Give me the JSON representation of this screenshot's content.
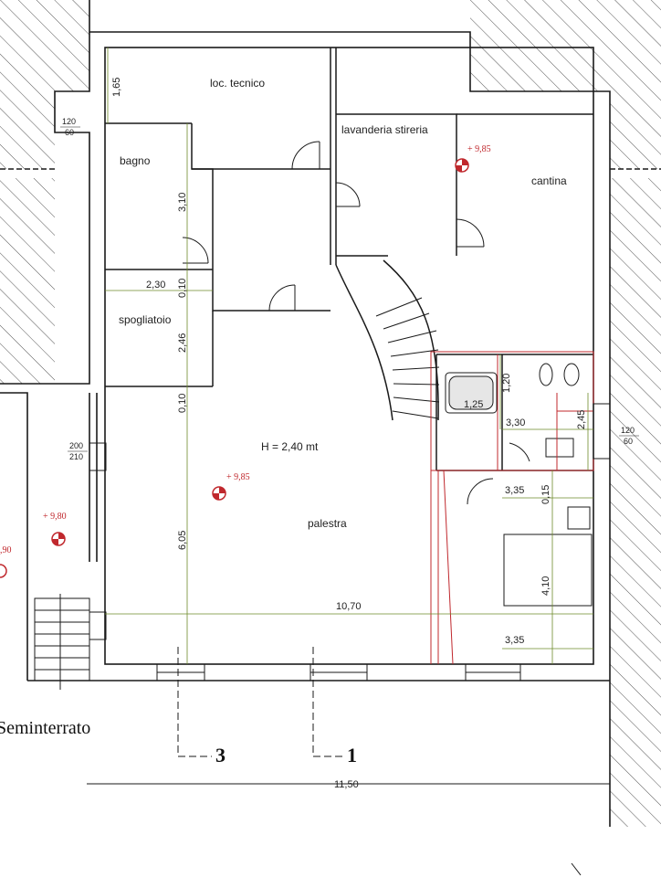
{
  "rooms": {
    "loc_tecnico": "loc. tecnico",
    "lavanderia": "lavanderia stireria",
    "cantina": "cantina",
    "bagno": "bagno",
    "spogliatoio": "spogliatoio",
    "palestra": "palestra",
    "height_note": "H = 2,40 mt"
  },
  "dimensions": {
    "d165": "1,65",
    "d310": "3,10",
    "d230": "2,30",
    "d010a": "0,10",
    "d246": "2,46",
    "d010b": "0,10",
    "d605": "6,05",
    "d1070": "10,70",
    "d120": "1,20",
    "d125": "1,25",
    "d330": "3,30",
    "d245": "2,45",
    "d335a": "3,35",
    "d015": "0,15",
    "d410": "4,10",
    "d335b": "3,35",
    "d1150": "11,50"
  },
  "windows": {
    "w1_top": "120",
    "w1_bot": "60",
    "w2_top": "120",
    "w2_bot": "60",
    "door_top": "200",
    "door_bot": "210"
  },
  "elevations": {
    "e1": "+ 9,85",
    "e2": "+ 9,85",
    "e3": "+ 9,80",
    "e4": ",90"
  },
  "labels": {
    "level": "Seminterrato",
    "section3": "3",
    "section1": "1"
  },
  "colors": {
    "wall": "#1a1a1a",
    "hatch": "#555555",
    "dimension_line": "#6e8a2a",
    "redline": "#c0282d"
  }
}
